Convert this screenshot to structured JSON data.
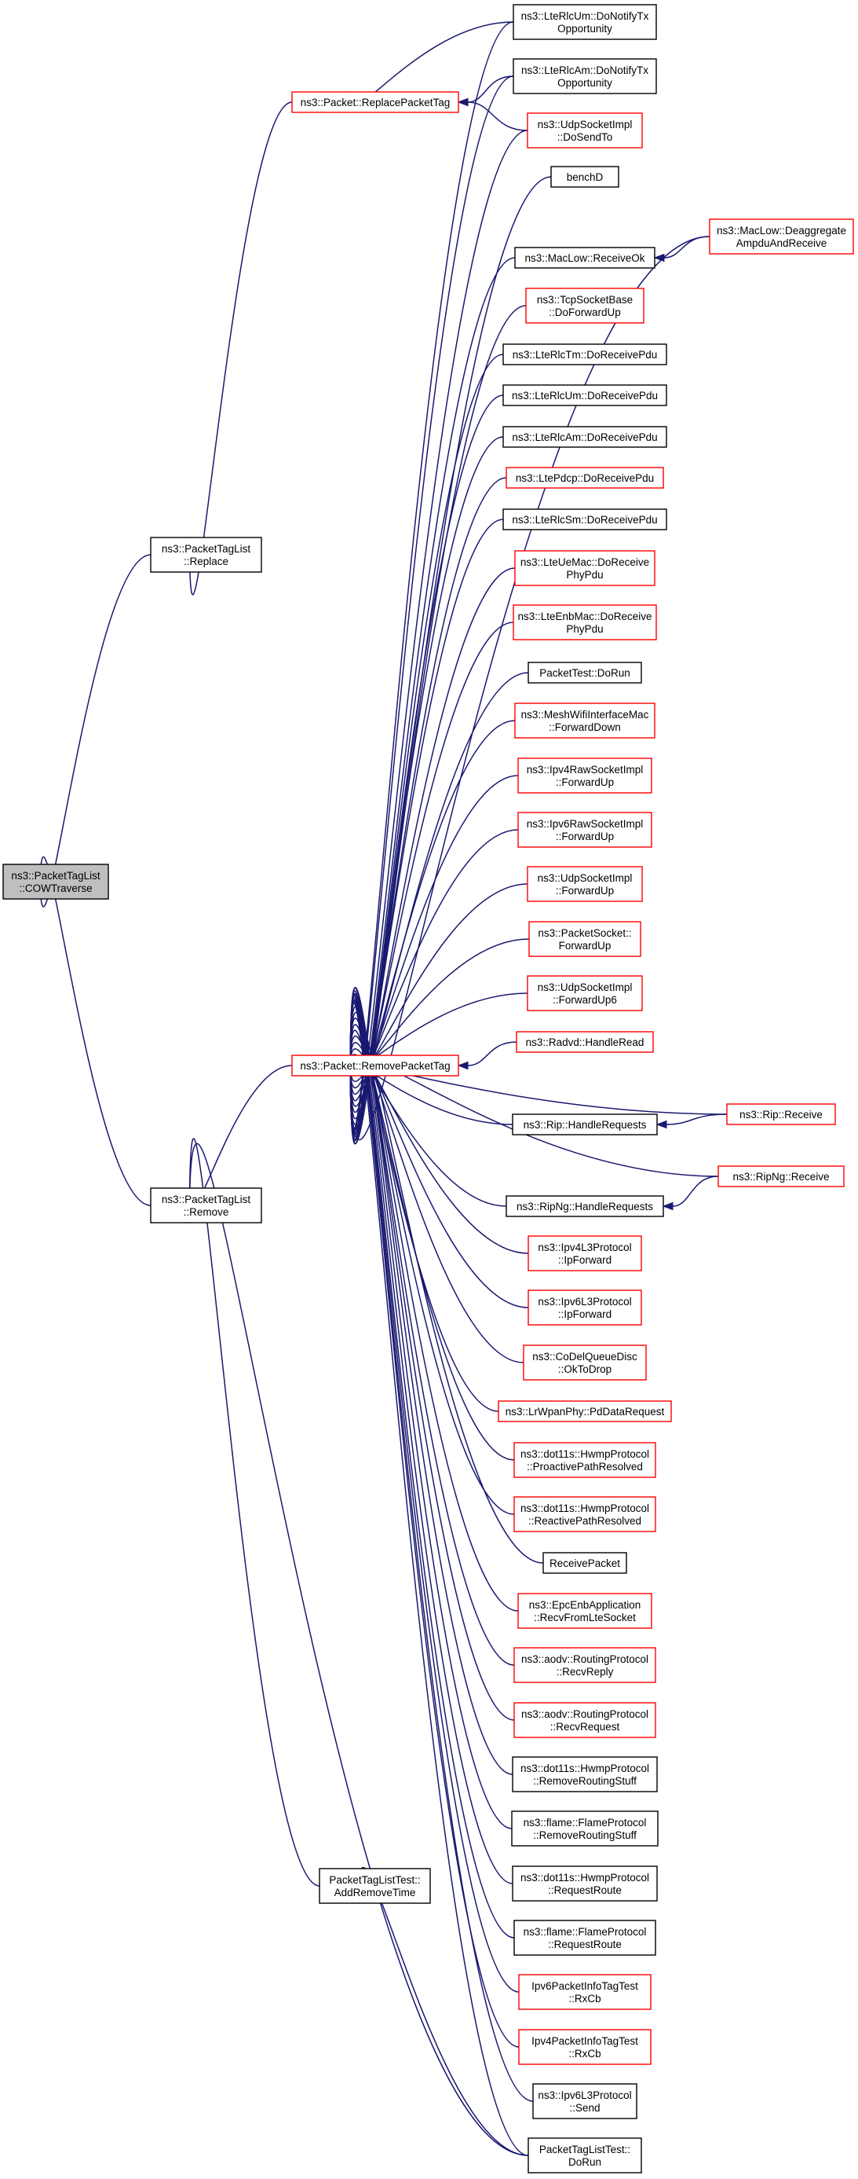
{
  "graph": {
    "nodes": [
      {
        "id": "cow",
        "lines": [
          "ns3::PacketTagList",
          "::COWTraverse"
        ],
        "style": "root"
      },
      {
        "id": "repl",
        "lines": [
          "ns3::PacketTagList",
          "::Replace"
        ],
        "style": "black"
      },
      {
        "id": "rem",
        "lines": [
          "ns3::PacketTagList",
          "::Remove"
        ],
        "style": "black"
      },
      {
        "id": "art",
        "lines": [
          "PacketTagListTest::",
          "AddRemoveTime"
        ],
        "style": "black"
      },
      {
        "id": "rpt",
        "lines": [
          "ns3::Packet::ReplacePacketTag"
        ],
        "style": "red"
      },
      {
        "id": "rmpt",
        "lines": [
          "ns3::Packet::RemovePacketTag"
        ],
        "style": "red"
      },
      {
        "id": "um_tx",
        "lines": [
          "ns3::LteRlcUm::DoNotifyTx",
          "Opportunity"
        ],
        "style": "black"
      },
      {
        "id": "am_tx",
        "lines": [
          "ns3::LteRlcAm::DoNotifyTx",
          "Opportunity"
        ],
        "style": "black"
      },
      {
        "id": "udp_send",
        "lines": [
          "ns3::UdpSocketImpl",
          "::DoSendTo"
        ],
        "style": "red"
      },
      {
        "id": "benchd",
        "lines": [
          "benchD"
        ],
        "style": "black"
      },
      {
        "id": "maclow",
        "lines": [
          "ns3::MacLow::ReceiveOk"
        ],
        "style": "black"
      },
      {
        "id": "deagg",
        "lines": [
          "ns3::MacLow::Deaggregate",
          "AmpduAndReceive"
        ],
        "style": "red"
      },
      {
        "id": "tcp",
        "lines": [
          "ns3::TcpSocketBase",
          "::DoForwardUp"
        ],
        "style": "red"
      },
      {
        "id": "tm",
        "lines": [
          "ns3::LteRlcTm::DoReceivePdu"
        ],
        "style": "black"
      },
      {
        "id": "um_rx",
        "lines": [
          "ns3::LteRlcUm::DoReceivePdu"
        ],
        "style": "black"
      },
      {
        "id": "am_rx",
        "lines": [
          "ns3::LteRlcAm::DoReceivePdu"
        ],
        "style": "black"
      },
      {
        "id": "pdcp",
        "lines": [
          "ns3::LtePdcp::DoReceivePdu"
        ],
        "style": "red"
      },
      {
        "id": "sm",
        "lines": [
          "ns3::LteRlcSm::DoReceivePdu"
        ],
        "style": "black"
      },
      {
        "id": "ue",
        "lines": [
          "ns3::LteUeMac::DoReceive",
          "PhyPdu"
        ],
        "style": "red"
      },
      {
        "id": "enb",
        "lines": [
          "ns3::LteEnbMac::DoReceive",
          "PhyPdu"
        ],
        "style": "red"
      },
      {
        "id": "ptest",
        "lines": [
          "PacketTest::DoRun"
        ],
        "style": "black"
      },
      {
        "id": "mesh",
        "lines": [
          "ns3::MeshWifiInterfaceMac",
          "::ForwardDown"
        ],
        "style": "red"
      },
      {
        "id": "raw4",
        "lines": [
          "ns3::Ipv4RawSocketImpl",
          "::ForwardUp"
        ],
        "style": "red"
      },
      {
        "id": "raw6",
        "lines": [
          "ns3::Ipv6RawSocketImpl",
          "::ForwardUp"
        ],
        "style": "red"
      },
      {
        "id": "udpf",
        "lines": [
          "ns3::UdpSocketImpl",
          "::ForwardUp"
        ],
        "style": "red"
      },
      {
        "id": "pkts",
        "lines": [
          "ns3::PacketSocket::",
          "ForwardUp"
        ],
        "style": "red"
      },
      {
        "id": "udp6",
        "lines": [
          "ns3::UdpSocketImpl",
          "::ForwardUp6"
        ],
        "style": "red"
      },
      {
        "id": "radvd",
        "lines": [
          "ns3::Radvd::HandleRead"
        ],
        "style": "red"
      },
      {
        "id": "riph",
        "lines": [
          "ns3::Rip::HandleRequests"
        ],
        "style": "black"
      },
      {
        "id": "ripr",
        "lines": [
          "ns3::Rip::Receive"
        ],
        "style": "red"
      },
      {
        "id": "ripngh",
        "lines": [
          "ns3::RipNg::HandleRequests"
        ],
        "style": "black"
      },
      {
        "id": "ripngr",
        "lines": [
          "ns3::RipNg::Receive"
        ],
        "style": "red"
      },
      {
        "id": "ip4f",
        "lines": [
          "ns3::Ipv4L3Protocol",
          "::IpForward"
        ],
        "style": "red"
      },
      {
        "id": "ip6f",
        "lines": [
          "ns3::Ipv6L3Protocol",
          "::IpForward"
        ],
        "style": "red"
      },
      {
        "id": "codel",
        "lines": [
          "ns3::CoDelQueueDisc",
          "::OkToDrop"
        ],
        "style": "red"
      },
      {
        "id": "lrwpan",
        "lines": [
          "ns3::LrWpanPhy::PdDataRequest"
        ],
        "style": "red"
      },
      {
        "id": "hwpro",
        "lines": [
          "ns3::dot11s::HwmpProtocol",
          "::ProactivePathResolved"
        ],
        "style": "red"
      },
      {
        "id": "hwrea",
        "lines": [
          "ns3::dot11s::HwmpProtocol",
          "::ReactivePathResolved"
        ],
        "style": "red"
      },
      {
        "id": "recvp",
        "lines": [
          "ReceivePacket"
        ],
        "style": "black"
      },
      {
        "id": "epc",
        "lines": [
          "ns3::EpcEnbApplication",
          "::RecvFromLteSocket"
        ],
        "style": "red"
      },
      {
        "id": "aodvrep",
        "lines": [
          "ns3::aodv::RoutingProtocol",
          "::RecvReply"
        ],
        "style": "red"
      },
      {
        "id": "aodvreq",
        "lines": [
          "ns3::aodv::RoutingProtocol",
          "::RecvRequest"
        ],
        "style": "red"
      },
      {
        "id": "hwremove",
        "lines": [
          "ns3::dot11s::HwmpProtocol",
          "::RemoveRoutingStuff"
        ],
        "style": "black"
      },
      {
        "id": "flremove",
        "lines": [
          "ns3::flame::FlameProtocol",
          "::RemoveRoutingStuff"
        ],
        "style": "black"
      },
      {
        "id": "hwreqr",
        "lines": [
          "ns3::dot11s::HwmpProtocol",
          "::RequestRoute"
        ],
        "style": "black"
      },
      {
        "id": "flreqr",
        "lines": [
          "ns3::flame::FlameProtocol",
          "::RequestRoute"
        ],
        "style": "black"
      },
      {
        "id": "ip6info",
        "lines": [
          "Ipv6PacketInfoTagTest",
          "::RxCb"
        ],
        "style": "red"
      },
      {
        "id": "ip4info",
        "lines": [
          "Ipv4PacketInfoTagTest",
          "::RxCb"
        ],
        "style": "red"
      },
      {
        "id": "ip6send",
        "lines": [
          "ns3::Ipv6L3Protocol",
          "::Send"
        ],
        "style": "black"
      },
      {
        "id": "ptldorun",
        "lines": [
          "PacketTagListTest::",
          "DoRun"
        ],
        "style": "black"
      }
    ],
    "edges": [
      [
        "repl",
        "cow"
      ],
      [
        "rem",
        "cow"
      ],
      [
        "rpt",
        "repl"
      ],
      [
        "rmpt",
        "rem"
      ],
      [
        "art",
        "rem"
      ],
      [
        "ptldorun",
        "rem"
      ],
      [
        "ptldorun",
        "art"
      ],
      [
        "um_tx",
        "rpt"
      ],
      [
        "am_tx",
        "rpt"
      ],
      [
        "udp_send",
        "rpt"
      ],
      [
        "deagg",
        "maclow"
      ],
      [
        "ripr",
        "riph"
      ],
      [
        "ripngr",
        "ripngh"
      ],
      [
        "um_tx",
        "rmpt"
      ],
      [
        "am_tx",
        "rmpt"
      ],
      [
        "udp_send",
        "rmpt"
      ],
      [
        "benchd",
        "rmpt"
      ],
      [
        "maclow",
        "rmpt"
      ],
      [
        "deagg",
        "rmpt"
      ],
      [
        "tcp",
        "rmpt"
      ],
      [
        "tm",
        "rmpt"
      ],
      [
        "um_rx",
        "rmpt"
      ],
      [
        "am_rx",
        "rmpt"
      ],
      [
        "pdcp",
        "rmpt"
      ],
      [
        "sm",
        "rmpt"
      ],
      [
        "ue",
        "rmpt"
      ],
      [
        "enb",
        "rmpt"
      ],
      [
        "ptest",
        "rmpt"
      ],
      [
        "mesh",
        "rmpt"
      ],
      [
        "raw4",
        "rmpt"
      ],
      [
        "raw6",
        "rmpt"
      ],
      [
        "udpf",
        "rmpt"
      ],
      [
        "pkts",
        "rmpt"
      ],
      [
        "udp6",
        "rmpt"
      ],
      [
        "radvd",
        "rmpt"
      ],
      [
        "riph",
        "rmpt"
      ],
      [
        "ripr",
        "rmpt"
      ],
      [
        "ripngh",
        "rmpt"
      ],
      [
        "ripngr",
        "rmpt"
      ],
      [
        "ip4f",
        "rmpt"
      ],
      [
        "ip6f",
        "rmpt"
      ],
      [
        "codel",
        "rmpt"
      ],
      [
        "lrwpan",
        "rmpt"
      ],
      [
        "hwpro",
        "rmpt"
      ],
      [
        "hwrea",
        "rmpt"
      ],
      [
        "recvp",
        "rmpt"
      ],
      [
        "epc",
        "rmpt"
      ],
      [
        "aodvrep",
        "rmpt"
      ],
      [
        "aodvreq",
        "rmpt"
      ],
      [
        "hwremove",
        "rmpt"
      ],
      [
        "flremove",
        "rmpt"
      ],
      [
        "hwreqr",
        "rmpt"
      ],
      [
        "flreqr",
        "rmpt"
      ],
      [
        "ip6info",
        "rmpt"
      ],
      [
        "ip4info",
        "rmpt"
      ],
      [
        "ip6send",
        "rmpt"
      ],
      [
        "ptldorun",
        "rmpt"
      ]
    ]
  }
}
